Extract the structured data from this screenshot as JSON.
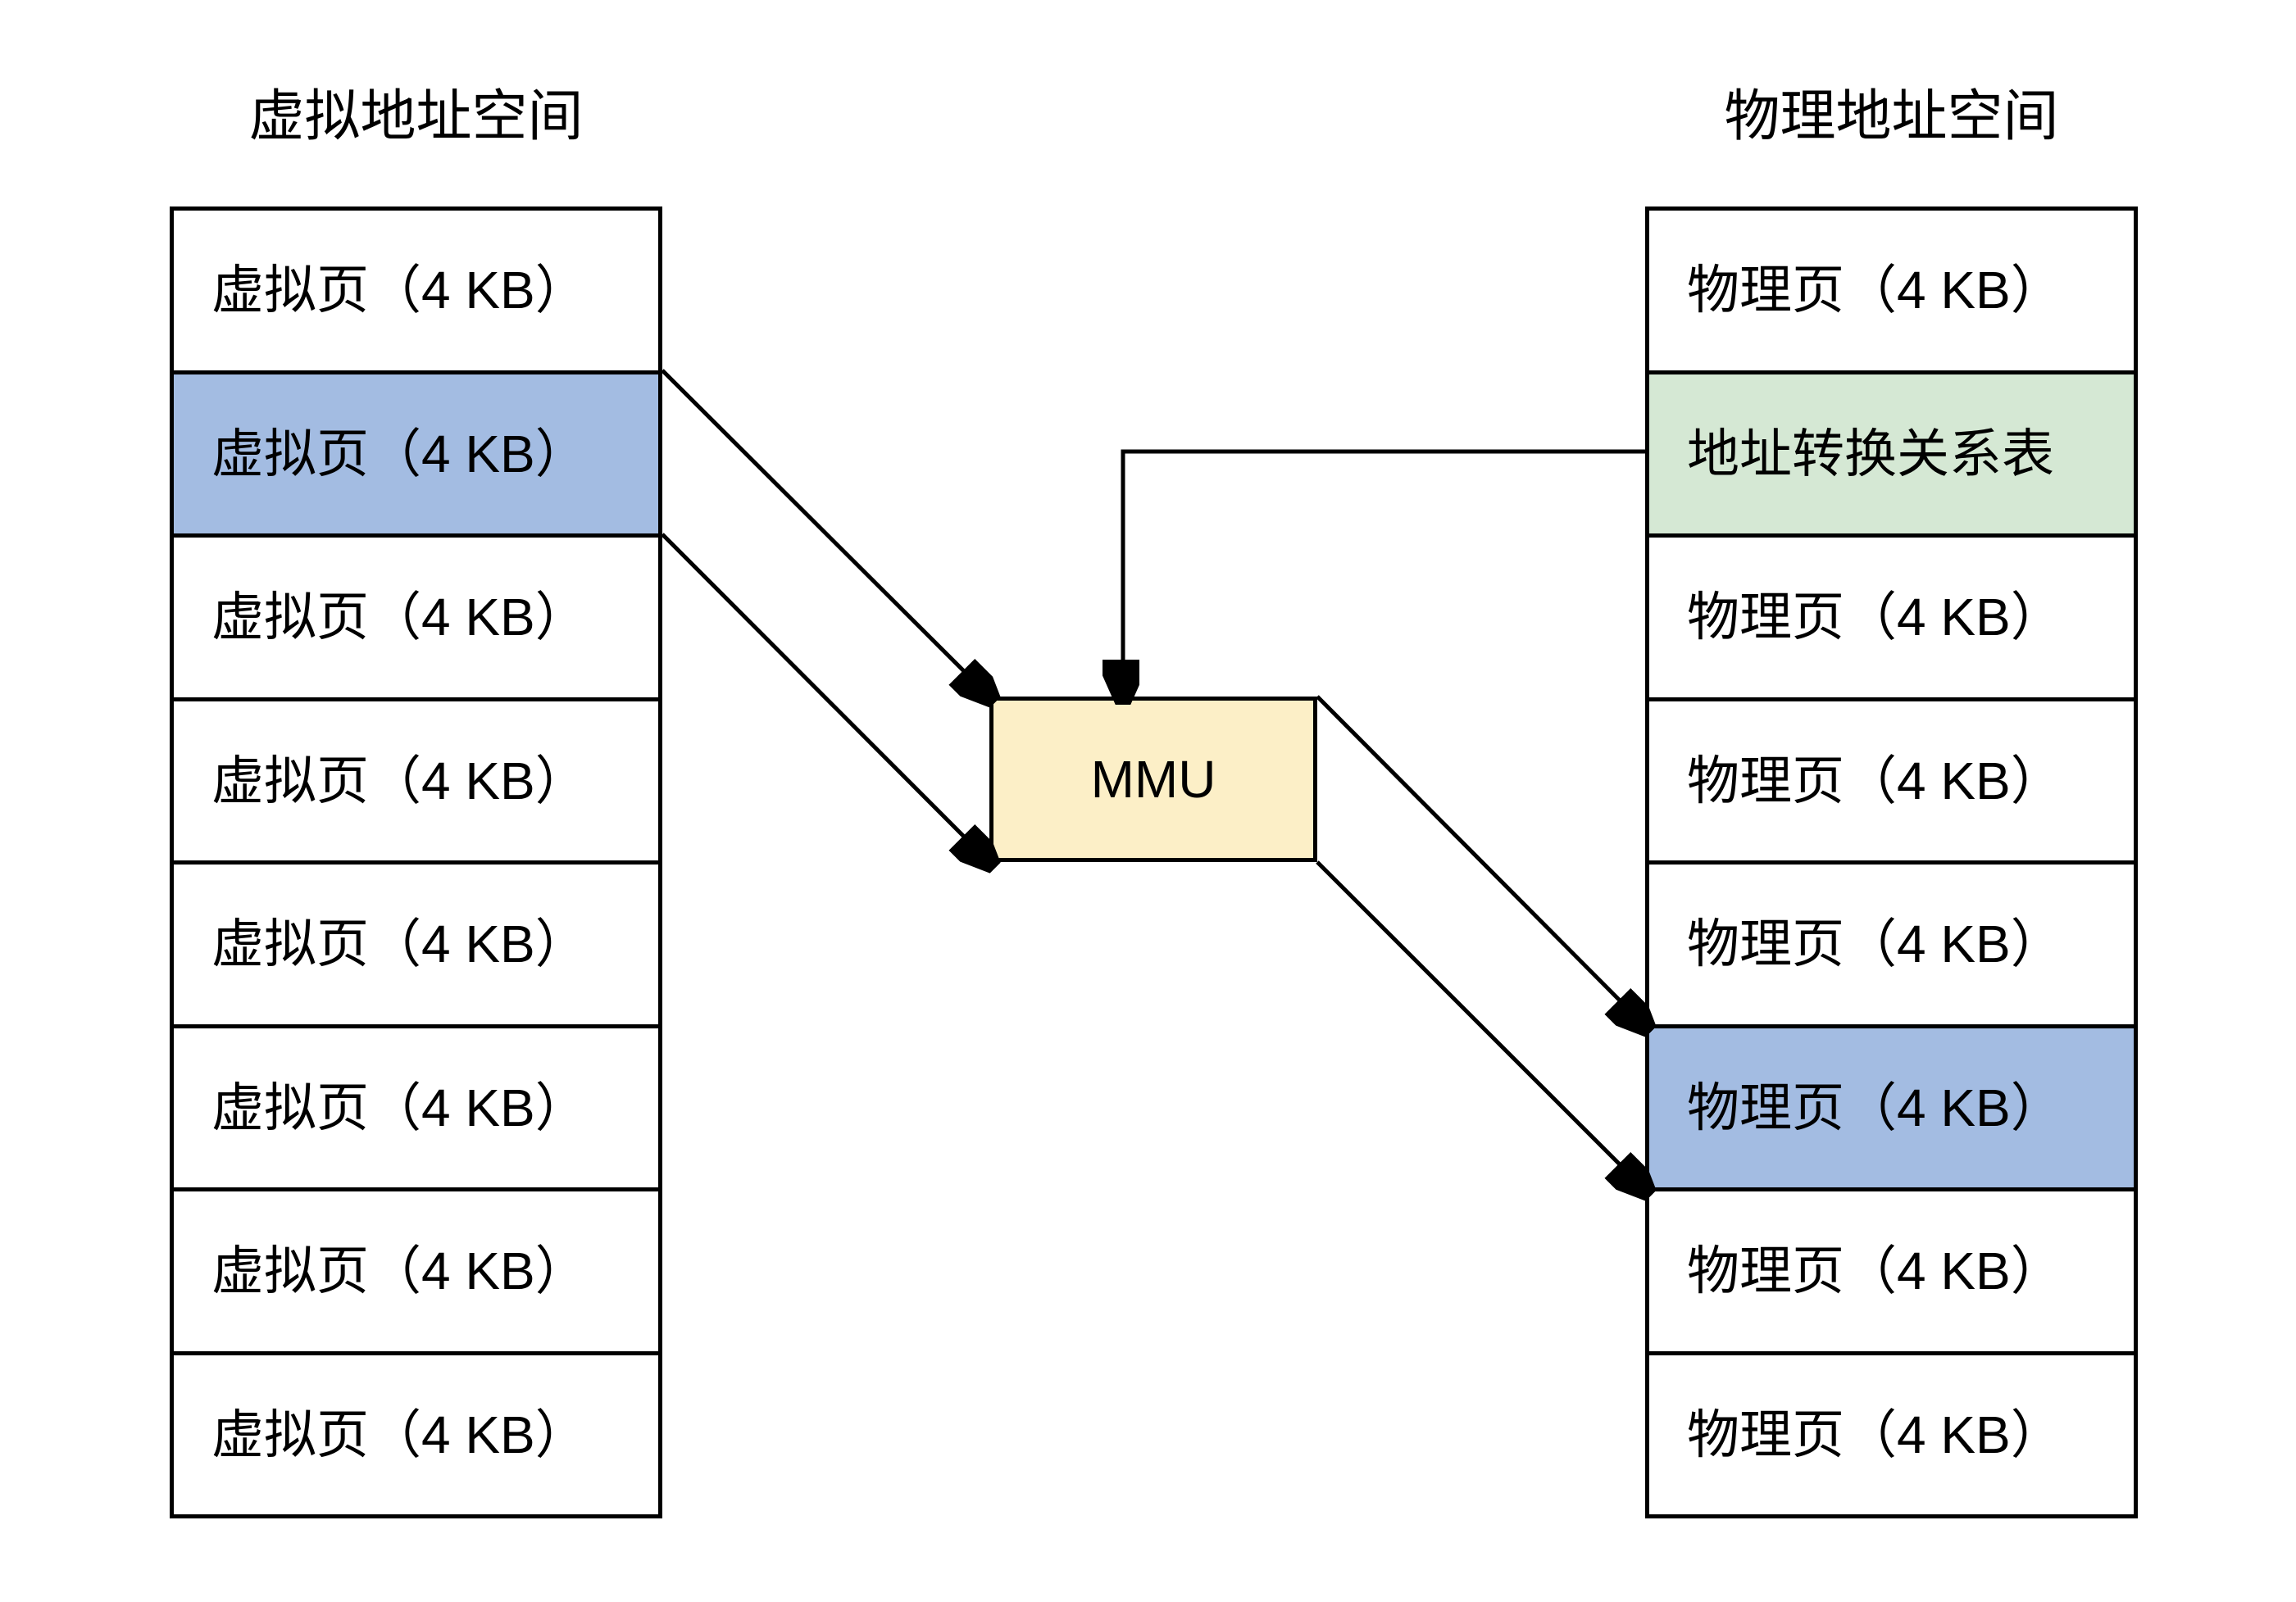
{
  "titles": {
    "left": "虚拟地址空间",
    "right": "物理地址空间"
  },
  "left_column": {
    "rows": [
      {
        "label": "虚拟页（4 KB）",
        "bg": "#ffffff"
      },
      {
        "label": "虚拟页（4 KB）",
        "bg": "#a3bce2"
      },
      {
        "label": "虚拟页（4 KB）",
        "bg": "#ffffff"
      },
      {
        "label": "虚拟页（4 KB）",
        "bg": "#ffffff"
      },
      {
        "label": "虚拟页（4 KB）",
        "bg": "#ffffff"
      },
      {
        "label": "虚拟页（4 KB）",
        "bg": "#ffffff"
      },
      {
        "label": "虚拟页（4 KB）",
        "bg": "#ffffff"
      },
      {
        "label": "虚拟页（4 KB）",
        "bg": "#ffffff"
      }
    ]
  },
  "right_column": {
    "rows": [
      {
        "label": "物理页（4 KB）",
        "bg": "#ffffff"
      },
      {
        "label": "地址转换关系表",
        "bg": "#d5e8d4"
      },
      {
        "label": "物理页（4 KB）",
        "bg": "#ffffff"
      },
      {
        "label": "物理页（4 KB）",
        "bg": "#ffffff"
      },
      {
        "label": "物理页（4 KB）",
        "bg": "#ffffff"
      },
      {
        "label": "物理页（4 KB）",
        "bg": "#a3bce2"
      },
      {
        "label": "物理页（4 KB）",
        "bg": "#ffffff"
      },
      {
        "label": "物理页（4 KB）",
        "bg": "#ffffff"
      }
    ]
  },
  "mmu": {
    "label": "MMU",
    "bg": "#fcefc7"
  },
  "colors": {
    "highlight_blue": "#a3bce2",
    "table_green": "#d5e8d4",
    "mmu_yellow": "#fcefc7",
    "line": "#000000",
    "background": "#ffffff"
  },
  "connections": [
    {
      "from": "virtual-page-row-2-top",
      "to": "mmu-top-left"
    },
    {
      "from": "virtual-page-row-2-bottom",
      "to": "mmu-bottom-left"
    },
    {
      "from": "address-translation-table",
      "to": "mmu-top"
    },
    {
      "from": "mmu-top-right",
      "to": "physical-page-row-6-top"
    },
    {
      "from": "mmu-bottom-right",
      "to": "physical-page-row-6-bottom"
    }
  ]
}
